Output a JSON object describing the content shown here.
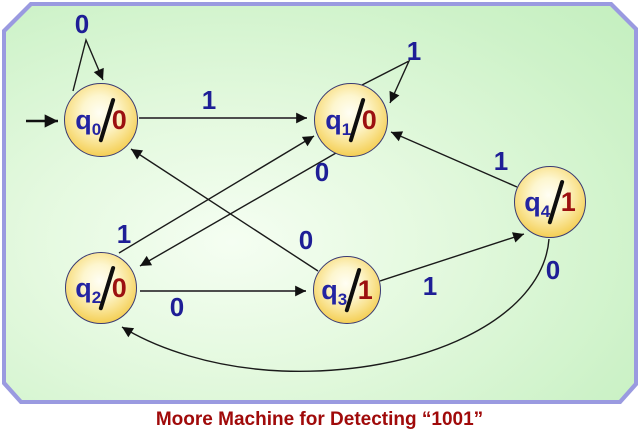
{
  "caption": "Moore Machine for Detecting “1001”",
  "diagram": {
    "type": "moore-machine-state-diagram",
    "start_state": "q0",
    "states": [
      {
        "id": "q0",
        "name": "q",
        "sub": "0",
        "output": "0"
      },
      {
        "id": "q1",
        "name": "q",
        "sub": "1",
        "output": "0"
      },
      {
        "id": "q2",
        "name": "q",
        "sub": "2",
        "output": "0"
      },
      {
        "id": "q3",
        "name": "q",
        "sub": "3",
        "output": "1"
      },
      {
        "id": "q4",
        "name": "q",
        "sub": "4",
        "output": "1"
      }
    ],
    "edges": [
      {
        "from": "q0",
        "to": "q0",
        "label": "0"
      },
      {
        "from": "q0",
        "to": "q1",
        "label": "1"
      },
      {
        "from": "q1",
        "to": "q1",
        "label": "1"
      },
      {
        "from": "q1",
        "to": "q2",
        "label": "0"
      },
      {
        "from": "q2",
        "to": "q1",
        "label": "1"
      },
      {
        "from": "q2",
        "to": "q3",
        "label": "0"
      },
      {
        "from": "q3",
        "to": "q0",
        "label": "0"
      },
      {
        "from": "q3",
        "to": "q4",
        "label": "1"
      },
      {
        "from": "q4",
        "to": "q1",
        "label": "1"
      },
      {
        "from": "q4",
        "to": "q2",
        "label": "0"
      }
    ],
    "colors": {
      "panel_border": "#9a9ae0",
      "panel_fill": "#cdf2c8",
      "state_fill_edge": "#edbd32",
      "state_fill_center": "#fffef4",
      "state_border": "#3a3a72",
      "state_name_text": "#2424a2",
      "state_output_text": "#9c1010",
      "edge_label_text": "#1e1e96",
      "caption_text": "#a00a0a"
    }
  }
}
